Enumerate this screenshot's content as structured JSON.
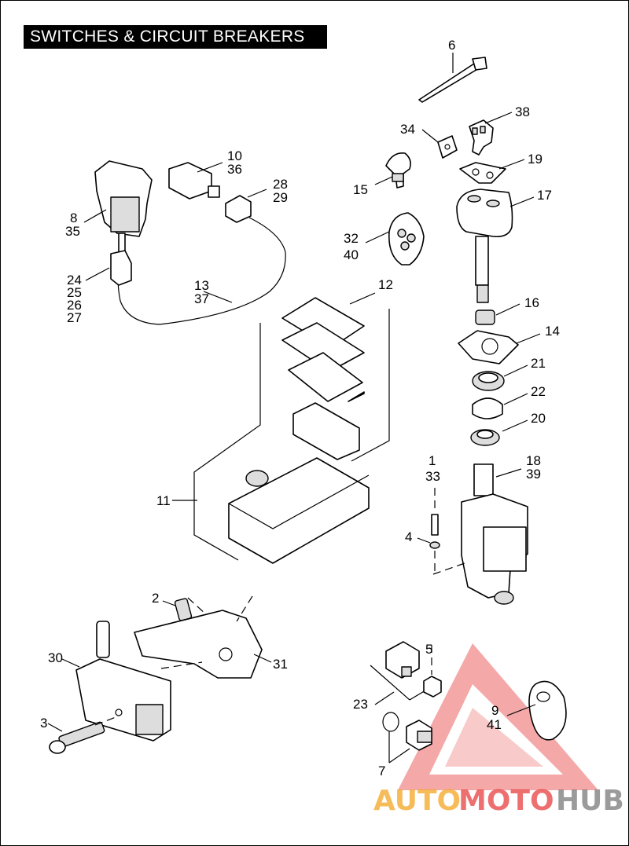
{
  "title": "SWITCHES & CIRCUIT BREAKERS",
  "callouts": {
    "c6": "6",
    "c38": "38",
    "c34": "34",
    "c19": "19",
    "c15": "15",
    "c17": "17",
    "c10": "10",
    "c36": "36",
    "c28": "28",
    "c29": "29",
    "c8": "8",
    "c35": "35",
    "c32": "32",
    "c40": "40",
    "c24": "24",
    "c25": "25",
    "c26": "26",
    "c27": "27",
    "c13": "13",
    "c37": "37",
    "c12": "12",
    "c16": "16",
    "c14": "14",
    "c21": "21",
    "c22": "22",
    "c20": "20",
    "c1": "1",
    "c33": "33",
    "c18": "18",
    "c39": "39",
    "c11": "11",
    "c4": "4",
    "c2": "2",
    "c30": "30",
    "c31": "31",
    "c5": "5",
    "c23": "23",
    "c3": "3",
    "c9": "9",
    "c41": "41",
    "c7": "7"
  },
  "watermark": {
    "part1": "AUTO",
    "part2": "MOTO",
    "part3": "HUB",
    "colors": {
      "triangle": "#e84040",
      "auto": "#f5a623",
      "moto": "#e84040",
      "hub": "#7a7a7a"
    }
  }
}
